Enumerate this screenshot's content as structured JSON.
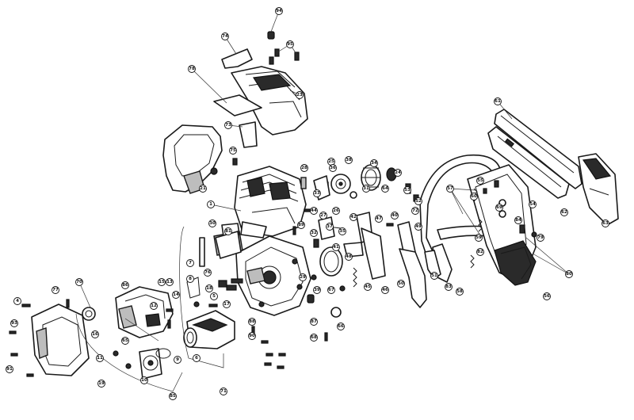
{
  "callouts": [
    {
      "id": "c01",
      "text": "1"
    },
    {
      "id": "c04",
      "text": "4"
    },
    {
      "id": "c05",
      "text": "5"
    },
    {
      "id": "c06",
      "text": "6"
    },
    {
      "id": "c07",
      "text": "7"
    },
    {
      "id": "c08",
      "text": "8"
    },
    {
      "id": "c09",
      "text": "9"
    },
    {
      "id": "c10",
      "text": "10"
    },
    {
      "id": "c11",
      "text": "11"
    },
    {
      "id": "c12",
      "text": "12"
    },
    {
      "id": "c13",
      "text": "13"
    },
    {
      "id": "c14",
      "text": "14"
    },
    {
      "id": "c15",
      "text": "15"
    },
    {
      "id": "c16",
      "text": "16"
    },
    {
      "id": "c17",
      "text": "17"
    },
    {
      "id": "c18",
      "text": "18"
    },
    {
      "id": "c19",
      "text": "19"
    },
    {
      "id": "c21",
      "text": "21"
    },
    {
      "id": "c23",
      "text": "23"
    },
    {
      "id": "c24",
      "text": "24"
    },
    {
      "id": "c25",
      "text": "25"
    },
    {
      "id": "c26",
      "text": "26"
    },
    {
      "id": "c27",
      "text": "27"
    },
    {
      "id": "c28",
      "text": "28"
    },
    {
      "id": "c29",
      "text": "29"
    },
    {
      "id": "c30",
      "text": "30"
    },
    {
      "id": "c31",
      "text": "31"
    },
    {
      "id": "c32",
      "text": "32"
    },
    {
      "id": "c33",
      "text": "33"
    },
    {
      "id": "c34",
      "text": "34"
    },
    {
      "id": "c35",
      "text": "35"
    },
    {
      "id": "c36",
      "text": "36"
    },
    {
      "id": "c37",
      "text": "37"
    },
    {
      "id": "c38",
      "text": "38"
    },
    {
      "id": "c39",
      "text": "39"
    },
    {
      "id": "c40",
      "text": "40"
    },
    {
      "id": "c41",
      "text": "41"
    },
    {
      "id": "c42",
      "text": "42"
    },
    {
      "id": "c44",
      "text": "44"
    },
    {
      "id": "c45",
      "text": "45"
    },
    {
      "id": "c46",
      "text": "46"
    },
    {
      "id": "c47",
      "text": "47"
    },
    {
      "id": "c48",
      "text": "48"
    },
    {
      "id": "c49",
      "text": "49"
    },
    {
      "id": "c50",
      "text": "50"
    },
    {
      "id": "c51",
      "text": "51"
    },
    {
      "id": "c52",
      "text": "52"
    },
    {
      "id": "c53",
      "text": "53"
    },
    {
      "id": "c54",
      "text": "54"
    },
    {
      "id": "c55",
      "text": "55"
    },
    {
      "id": "c56",
      "text": "56"
    },
    {
      "id": "c57",
      "text": "57"
    },
    {
      "id": "c58",
      "text": "58"
    },
    {
      "id": "c59",
      "text": "59"
    },
    {
      "id": "c60",
      "text": "60"
    },
    {
      "id": "c61",
      "text": "61"
    },
    {
      "id": "c62",
      "text": "62"
    },
    {
      "id": "c63",
      "text": "63"
    },
    {
      "id": "c64",
      "text": "64"
    },
    {
      "id": "c65",
      "text": "65"
    },
    {
      "id": "c66",
      "text": "66"
    },
    {
      "id": "c67",
      "text": "67"
    },
    {
      "id": "c68",
      "text": "68"
    },
    {
      "id": "c69",
      "text": "69"
    },
    {
      "id": "c70",
      "text": "70"
    },
    {
      "id": "c71",
      "text": "71"
    },
    {
      "id": "c72",
      "text": "72"
    },
    {
      "id": "c73",
      "text": "73"
    },
    {
      "id": "c74",
      "text": "74"
    },
    {
      "id": "c75",
      "text": "75"
    },
    {
      "id": "c76",
      "text": "76"
    },
    {
      "id": "c77",
      "text": "77"
    },
    {
      "id": "c78",
      "text": "78"
    },
    {
      "id": "c79",
      "text": "79"
    },
    {
      "id": "c80",
      "text": "80"
    },
    {
      "id": "c81",
      "text": "81"
    },
    {
      "id": "c82",
      "text": "82"
    },
    {
      "id": "c83",
      "text": "83"
    },
    {
      "id": "c84",
      "text": "84"
    },
    {
      "id": "c85",
      "text": "85"
    },
    {
      "id": "c86",
      "text": "86"
    },
    {
      "id": "c87",
      "text": "87"
    },
    {
      "id": "c88",
      "text": "88"
    },
    {
      "id": "c89",
      "text": "89"
    },
    {
      "id": "c90",
      "text": "90"
    },
    {
      "id": "c91",
      "text": "91"
    },
    {
      "id": "c93",
      "text": "93"
    },
    {
      "id": "c94",
      "text": "94"
    },
    {
      "id": "c95",
      "text": "95"
    }
  ]
}
